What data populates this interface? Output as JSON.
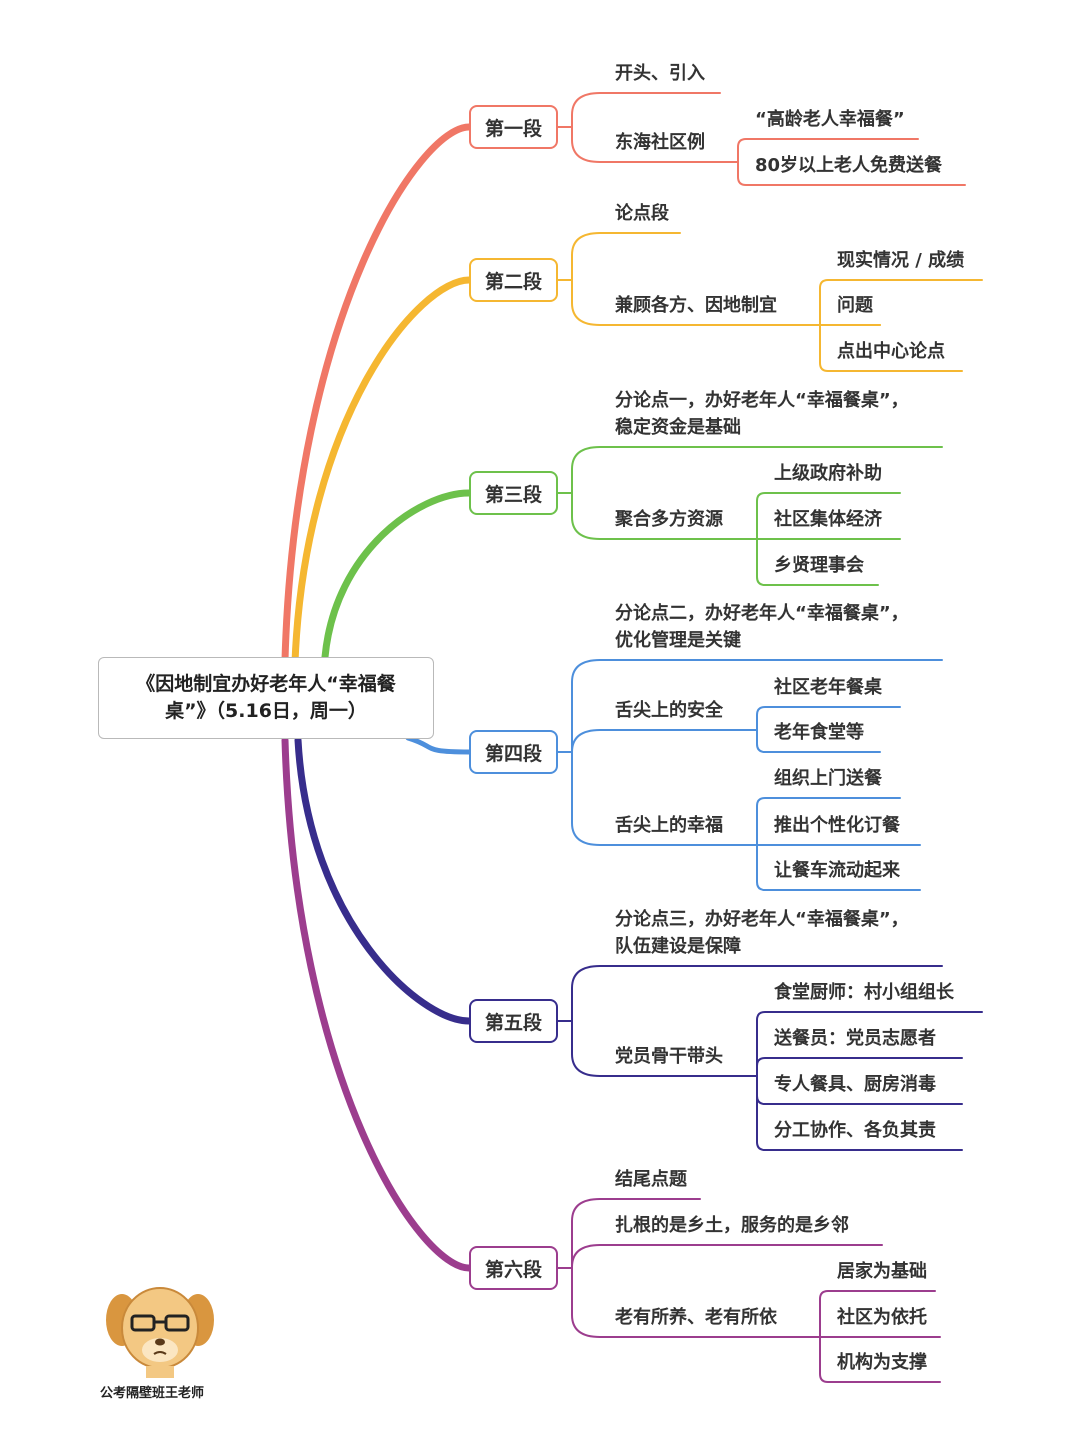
{
  "title": "《因地制宜办好老年人“幸福餐桌”》（5.16日，周一）",
  "watermark": "公考隔壁班王老师",
  "colors": [
    "#f07766",
    "#f5b731",
    "#6dc14b",
    "#4d8fdc",
    "#372d8c",
    "#9c3d8e"
  ],
  "sections": [
    {
      "label": "第一段",
      "children": [
        {
          "text": "开头、引入",
          "subs": []
        },
        {
          "text": "东海社区例",
          "subs": [
            "“高龄老人幸福餐”",
            "80岁以上老人免费送餐"
          ]
        }
      ]
    },
    {
      "label": "第二段",
      "children": [
        {
          "text": "论点段",
          "subs": []
        },
        {
          "text": "兼顾各方、因地制宜",
          "subs": [
            "现实情况 / 成绩",
            "问题",
            "点出中心论点"
          ]
        }
      ]
    },
    {
      "label": "第三段",
      "children": [
        {
          "text": "分论点一，办好老年人“幸福餐桌”，\n稳定资金是基础",
          "subs": []
        },
        {
          "text": "聚合多方资源",
          "subs": [
            "上级政府补助",
            "社区集体经济",
            "乡贤理事会"
          ]
        }
      ]
    },
    {
      "label": "第四段",
      "children": [
        {
          "text": "分论点二，办好老年人“幸福餐桌”，\n优化管理是关键",
          "subs": []
        },
        {
          "text": "舌尖上的安全",
          "subs": [
            "社区老年餐桌",
            "老年食堂等"
          ]
        },
        {
          "text": "舌尖上的幸福",
          "subs": [
            "组织上门送餐",
            "推出个性化订餐",
            "让餐车流动起来"
          ]
        }
      ]
    },
    {
      "label": "第五段",
      "children": [
        {
          "text": "分论点三，办好老年人“幸福餐桌”，\n队伍建设是保障",
          "subs": []
        },
        {
          "text": "党员骨干带头",
          "subs": [
            "食堂厨师：村小组组长",
            "送餐员：党员志愿者",
            "专人餐具、厨房消毒",
            "分工协作、各负其责"
          ]
        }
      ]
    },
    {
      "label": "第六段",
      "children": [
        {
          "text": "结尾点题",
          "subs": []
        },
        {
          "text": "扎根的是乡土，服务的是乡邻",
          "subs": []
        },
        {
          "text": "老有所养、老有所依",
          "subs": [
            "居家为基础",
            "社区为依托",
            "机构为支撑"
          ]
        }
      ]
    }
  ]
}
